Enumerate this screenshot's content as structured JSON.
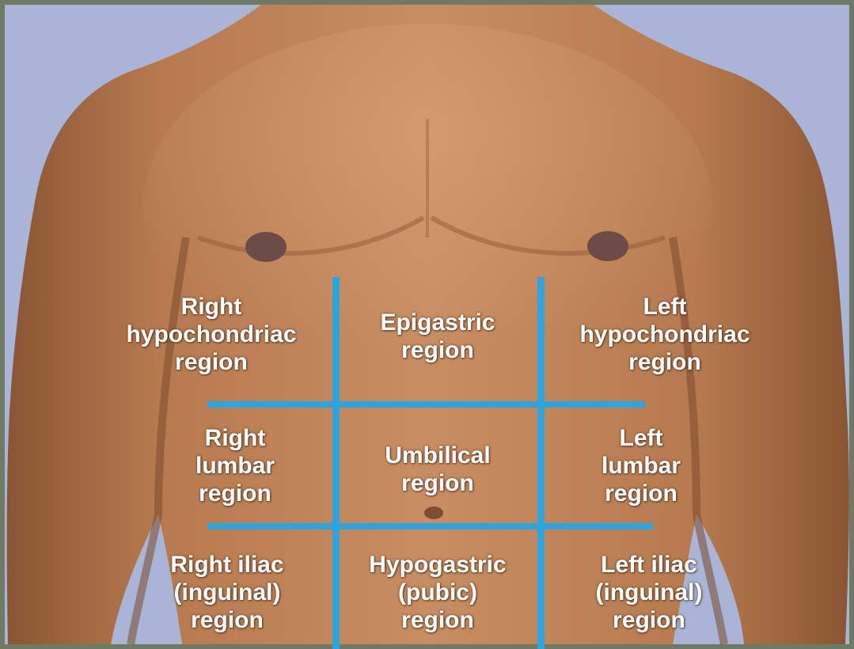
{
  "colors": {
    "frame": "#6f7a66",
    "background": "#a9b4d6",
    "skin": "#c68a5f",
    "skin_shadow": "#8f5a37",
    "skin_highlight": "#dba37a",
    "nipple": "#6d4c48",
    "grid_line": "#2ea3dc",
    "label_text": "#ffffff"
  },
  "regions": {
    "right_hypochondriac": "Right\nhypochondriac\nregion",
    "epigastric": "Epigastric\nregion",
    "left_hypochondriac": "Left\nhypochondriac\nregion",
    "right_lumbar": "Right\nlumbar\nregion",
    "umbilical": "Umbilical\nregion",
    "left_lumbar": "Left\nlumbar\nregion",
    "right_iliac": "Right iliac\n(inguinal)\nregion",
    "hypogastric": "Hypogastric\n(pubic)\nregion",
    "left_iliac": "Left iliac\n(inguinal)\nregion"
  }
}
